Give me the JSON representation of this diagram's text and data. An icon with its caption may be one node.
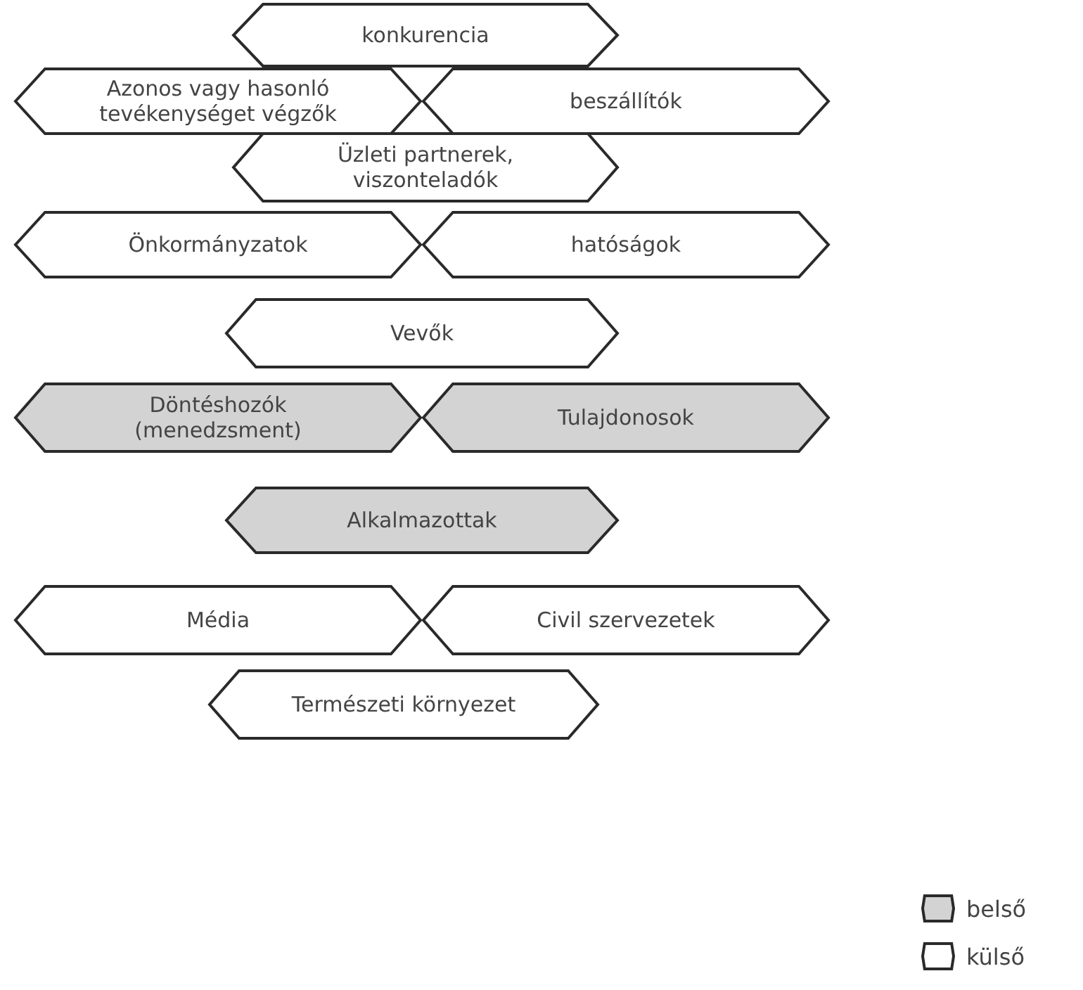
{
  "diagram": {
    "nodes": [
      {
        "text": [
          "konkurencia"
        ]
      },
      {
        "text": [
          "Azonos vagy hasonló tevékenységet végzők"
        ]
      },
      {
        "text": [
          "beszállítók"
        ]
      },
      {
        "text": [
          "Üzleti partnerek, viszonteladók"
        ]
      },
      {
        "text": [
          "Önkormányzatok"
        ]
      },
      {
        "text": [
          "hatóságok"
        ]
      },
      {
        "text": [
          "Vevők"
        ]
      },
      {
        "text": [
          "Döntéshozók (menedzsment)"
        ]
      },
      {
        "text": [
          "Tulajdonosok"
        ]
      },
      {
        "text": [
          "Alkalmazottak"
        ]
      },
      {
        "text": [
          "Média"
        ]
      },
      {
        "text": [
          "Civil szervezetek"
        ]
      },
      {
        "text": [
          "Természeti környezet"
        ]
      }
    ],
    "legend": [
      {
        "text": "belső"
      },
      {
        "text": "külső"
      }
    ]
  }
}
